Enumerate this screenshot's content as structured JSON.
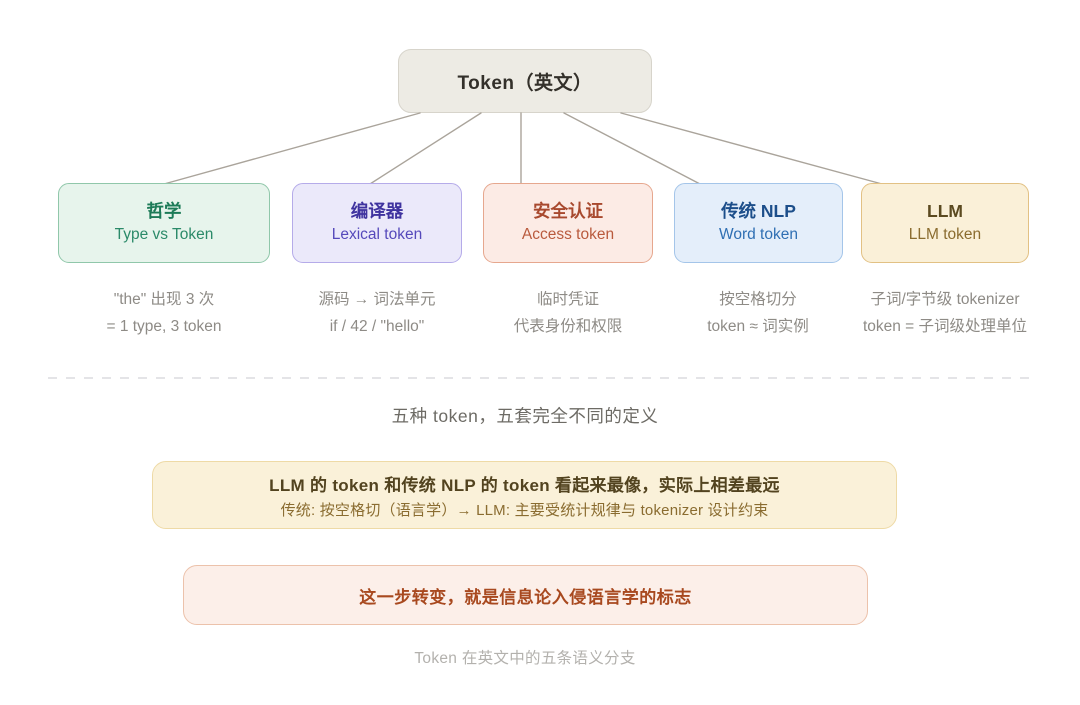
{
  "root": {
    "label": "Token（英文）",
    "bg": "#edebe4",
    "border": "#d7d4cb",
    "text_color": "#33302a"
  },
  "edge_color": "#aaa49b",
  "branches": [
    {
      "id": "philosophy",
      "title": "哲学",
      "subtitle": "Type vs Token",
      "desc_line1": "\"the\" 出现 3 次",
      "desc_line2": "= 1 type, 3 token",
      "bg": "#e7f4ec",
      "border": "#90c7aa",
      "title_color": "#1d7b58",
      "subtitle_color": "#2b8a69"
    },
    {
      "id": "compiler",
      "title": "编译器",
      "subtitle": "Lexical token",
      "desc_line1": "源码 → 词法单元",
      "desc_line2": "if / 42 / \"hello\"",
      "bg": "#ebe9fa",
      "border": "#b5abe9",
      "title_color": "#3f339f",
      "subtitle_color": "#5549bb"
    },
    {
      "id": "security",
      "title": "安全认证",
      "subtitle": "Access token",
      "desc_line1": "临时凭证",
      "desc_line2": "代表身份和权限",
      "bg": "#fcebe5",
      "border": "#e6a78e",
      "title_color": "#a8492e",
      "subtitle_color": "#b95a3d"
    },
    {
      "id": "traditional-nlp",
      "title": "传统 NLP",
      "subtitle": "Word token",
      "desc_line1": "按空格切分",
      "desc_line2": "token ≈ 词实例",
      "bg": "#e4eefa",
      "border": "#a4c5e9",
      "title_color": "#1c4e8a",
      "subtitle_color": "#2f6fb3"
    },
    {
      "id": "llm",
      "title": "LLM",
      "subtitle": "LLM token",
      "desc_line1": "子词/字节级 tokenizer",
      "desc_line2": "token = 子词级处理单位",
      "bg": "#faf0d8",
      "border": "#e2c184",
      "title_color": "#5b4a20",
      "subtitle_color": "#8a6c2f"
    }
  ],
  "desc_color": "#8e8b86",
  "summary": {
    "text": "五种 token，五套完全不同的定义",
    "color": "#6d6b65"
  },
  "callout_primary": {
    "line1": "LLM 的 token 和传统 NLP 的 token 看起来最像，实际上相差最远",
    "line2": "传统: 按空格切（语言学）→ LLM: 主要受统计规律与 tokenizer 设计约束",
    "bg": "#faf1d9",
    "border": "#eedaa6",
    "line1_color": "#52431f",
    "line2_color": "#8a6c30"
  },
  "callout_secondary": {
    "text": "这一步转变，就是信息论入侵语言学的标志",
    "bg": "#fcefe9",
    "border": "#ecc2ab",
    "text_color": "#a8491f"
  },
  "caption": {
    "text": "Token 在英文中的五条语义分支",
    "color": "#b3b1ad"
  }
}
